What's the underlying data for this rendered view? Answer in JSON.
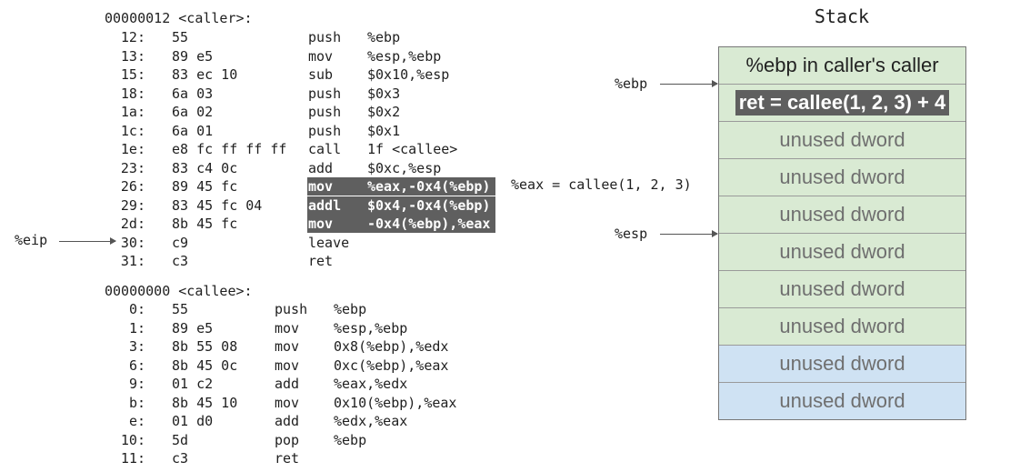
{
  "caller": {
    "header": "00000012 <caller>:",
    "rows": [
      {
        "addr": "12:",
        "bytes": "55",
        "mnemonic": "push",
        "operands": "%ebp",
        "hl": false
      },
      {
        "addr": "13:",
        "bytes": "89 e5",
        "mnemonic": "mov",
        "operands": "%esp,%ebp",
        "hl": false
      },
      {
        "addr": "15:",
        "bytes": "83 ec 10",
        "mnemonic": "sub",
        "operands": "$0x10,%esp",
        "hl": false
      },
      {
        "addr": "18:",
        "bytes": "6a 03",
        "mnemonic": "push",
        "operands": "$0x3",
        "hl": false
      },
      {
        "addr": "1a:",
        "bytes": "6a 02",
        "mnemonic": "push",
        "operands": "$0x2",
        "hl": false
      },
      {
        "addr": "1c:",
        "bytes": "6a 01",
        "mnemonic": "push",
        "operands": "$0x1",
        "hl": false
      },
      {
        "addr": "1e:",
        "bytes": "e8 fc ff ff ff",
        "mnemonic": "call",
        "operands": "1f <callee>",
        "hl": false
      },
      {
        "addr": "23:",
        "bytes": "83 c4 0c",
        "mnemonic": "add",
        "operands": "$0xc,%esp",
        "hl": false
      },
      {
        "addr": "26:",
        "bytes": "89 45 fc",
        "mnemonic": "mov",
        "operands": "%eax,-0x4(%ebp)",
        "hl": true
      },
      {
        "addr": "29:",
        "bytes": "83 45 fc 04",
        "mnemonic": "addl",
        "operands": "$0x4,-0x4(%ebp)",
        "hl": true
      },
      {
        "addr": "2d:",
        "bytes": "8b 45 fc",
        "mnemonic": "mov",
        "operands": "-0x4(%ebp),%eax",
        "hl": true
      },
      {
        "addr": "30:",
        "bytes": "c9",
        "mnemonic": "leave",
        "operands": "",
        "hl": false
      },
      {
        "addr": "31:",
        "bytes": "c3",
        "mnemonic": "ret",
        "operands": "",
        "hl": false
      }
    ]
  },
  "callee": {
    "header": "00000000 <callee>:",
    "rows": [
      {
        "addr": "0:",
        "bytes": "55",
        "mnemonic": "push",
        "operands": "%ebp"
      },
      {
        "addr": "1:",
        "bytes": "89 e5",
        "mnemonic": "mov",
        "operands": "%esp,%ebp"
      },
      {
        "addr": "3:",
        "bytes": "8b 55 08",
        "mnemonic": "mov",
        "operands": "0x8(%ebp),%edx"
      },
      {
        "addr": "6:",
        "bytes": "8b 45 0c",
        "mnemonic": "mov",
        "operands": "0xc(%ebp),%eax"
      },
      {
        "addr": "9:",
        "bytes": "01 c2",
        "mnemonic": "add",
        "operands": "%eax,%edx"
      },
      {
        "addr": "b:",
        "bytes": "8b 45 10",
        "mnemonic": "mov",
        "operands": "0x10(%ebp),%eax"
      },
      {
        "addr": "e:",
        "bytes": "01 d0",
        "mnemonic": "add",
        "operands": "%edx,%eax"
      },
      {
        "addr": "10:",
        "bytes": "5d",
        "mnemonic": "pop",
        "operands": "%ebp"
      },
      {
        "addr": "11:",
        "bytes": "c3",
        "mnemonic": "ret",
        "operands": ""
      }
    ]
  },
  "labels": {
    "eip": "%eip",
    "ebp": "%ebp",
    "esp": "%esp",
    "eax_note": "%eax = callee(1, 2, 3)"
  },
  "stack": {
    "title": "Stack",
    "cells": [
      {
        "text": "%ebp in caller's caller",
        "color": "green",
        "kind": "top"
      },
      {
        "text": "ret = callee(1, 2, 3) + 4",
        "color": "green",
        "kind": "ret"
      },
      {
        "text": "unused dword",
        "color": "green",
        "kind": "unused"
      },
      {
        "text": "unused dword",
        "color": "green",
        "kind": "unused"
      },
      {
        "text": "unused dword",
        "color": "green",
        "kind": "unused"
      },
      {
        "text": "unused dword",
        "color": "green",
        "kind": "unused"
      },
      {
        "text": "unused dword",
        "color": "green",
        "kind": "unused"
      },
      {
        "text": "unused dword",
        "color": "green",
        "kind": "unused"
      },
      {
        "text": "unused dword",
        "color": "blue",
        "kind": "unused"
      },
      {
        "text": "unused dword",
        "color": "blue",
        "kind": "unused"
      }
    ]
  },
  "colors": {
    "highlight": "#5f5f5f",
    "stack_green": "#d9ead3",
    "stack_blue": "#cfe2f3"
  }
}
